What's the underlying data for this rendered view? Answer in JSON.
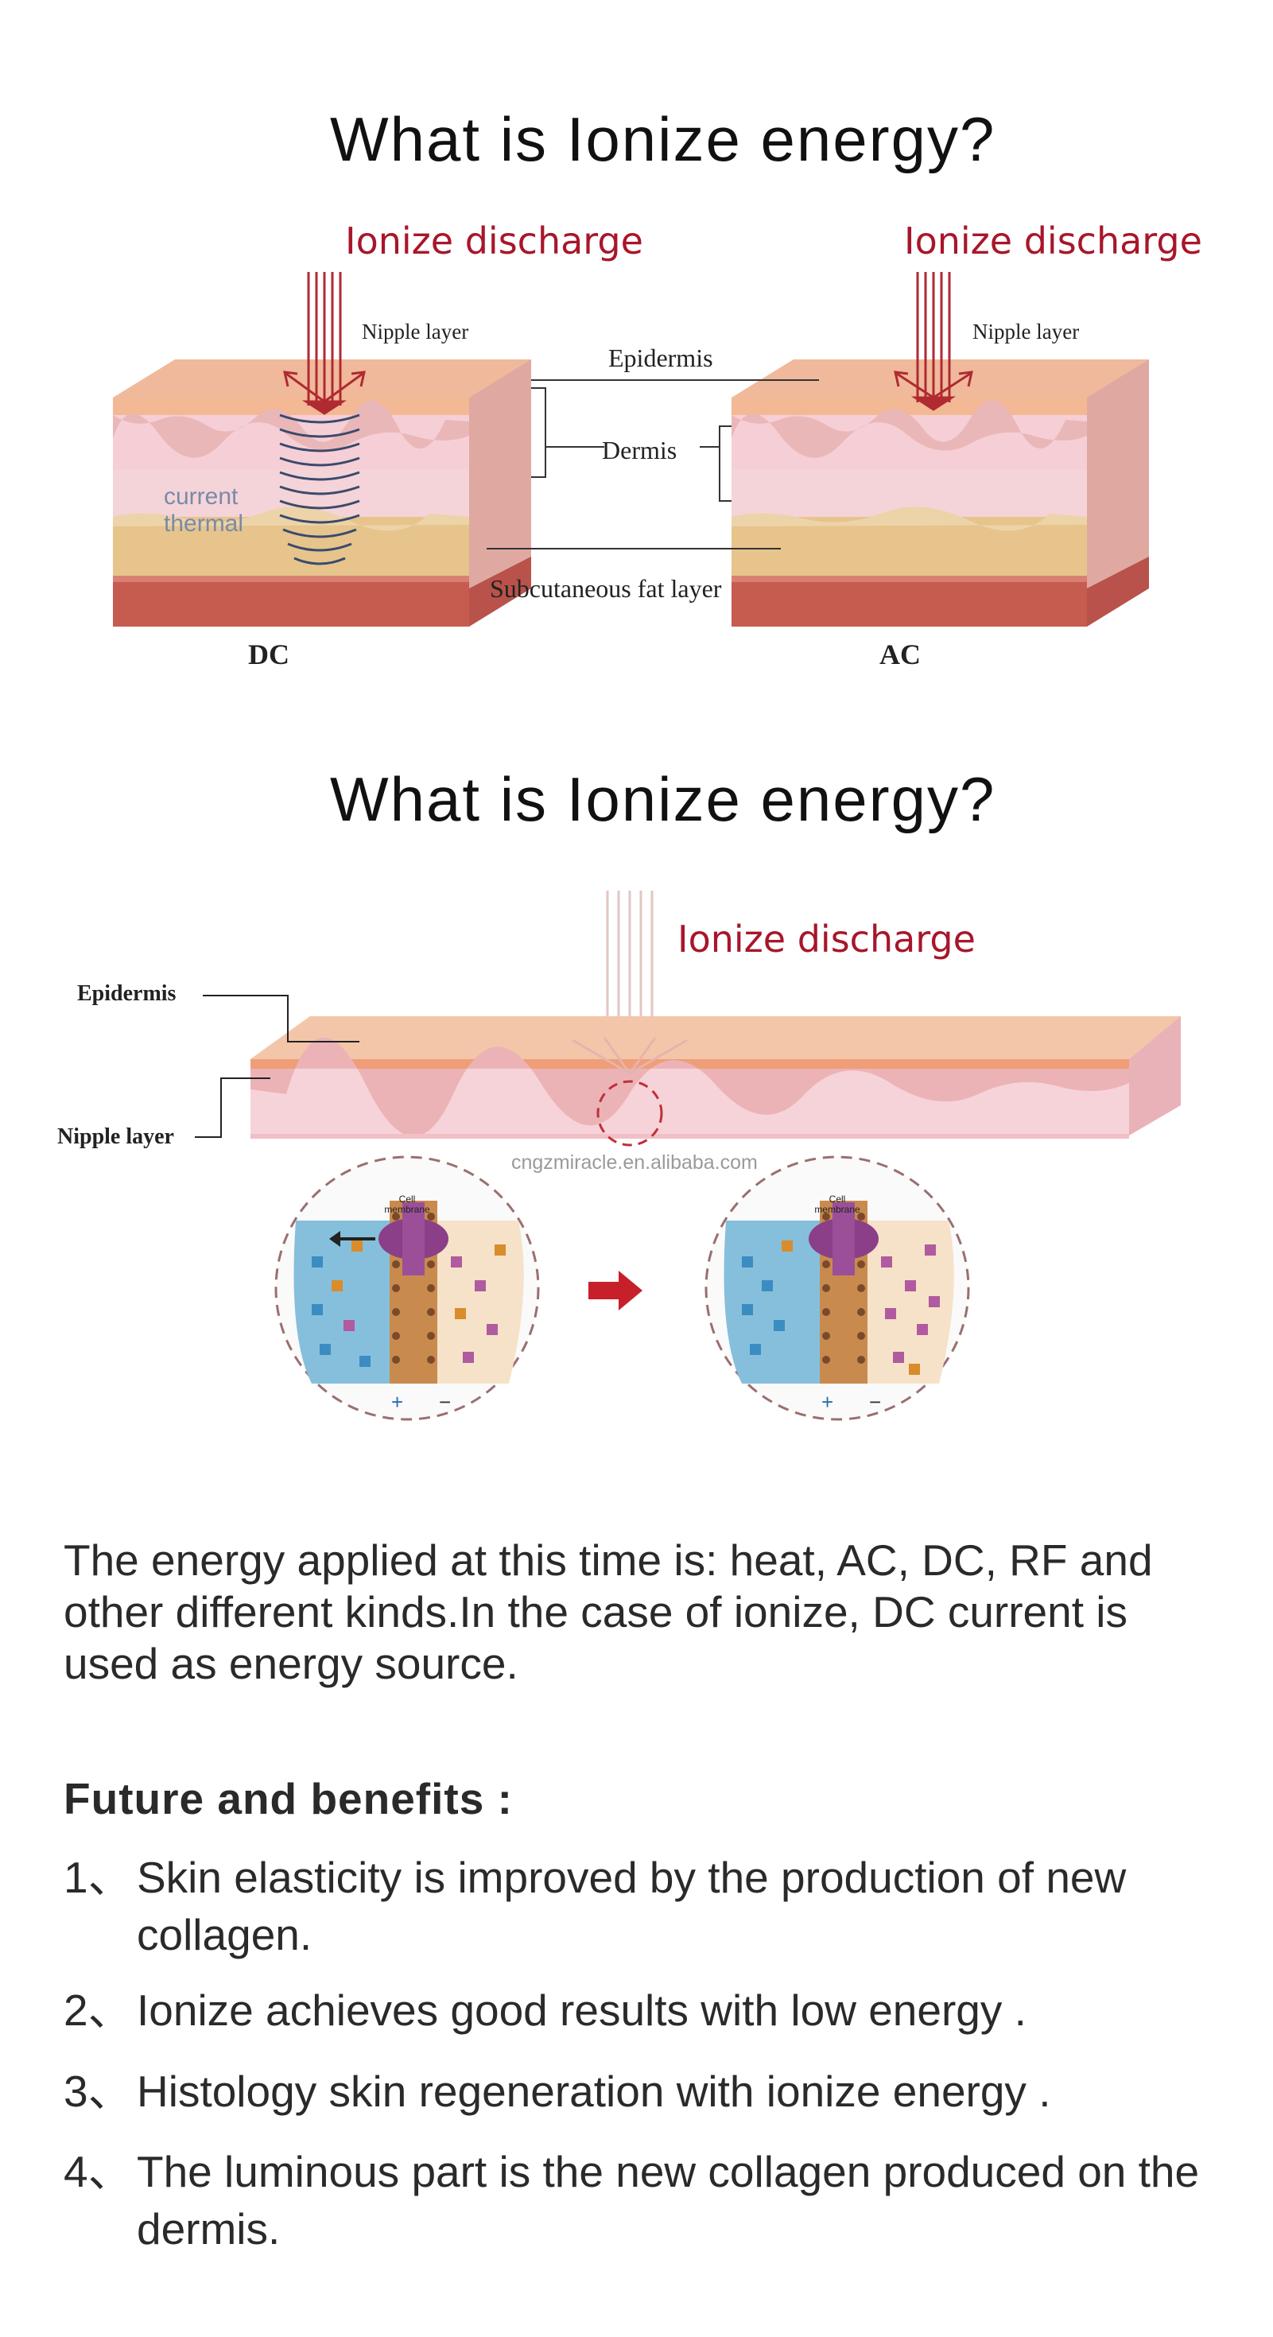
{
  "section1": {
    "title": "What is Ionize energy?",
    "left_discharge": "Ionize discharge",
    "right_discharge": "Ionize discharge",
    "left_nipple": "Nipple layer",
    "right_nipple": "Nipple layer",
    "epidermis": "Epidermis",
    "dermis": "Dermis",
    "fat": "Subcutaneous fat layer",
    "current": "current",
    "thermal": "thermal",
    "dc": "DC",
    "ac": "AC"
  },
  "section2": {
    "title": "What is Ionize energy?",
    "discharge": "Ionize discharge",
    "epidermis": "Epidermis",
    "nipple": "Nipple layer",
    "watermark": "cngzmiracle.en.alibaba.com",
    "cell_membrane": "Cell membrane"
  },
  "description": "The energy applied at this time is: heat, AC, DC, RF and other different kinds.In the case of ionize, DC current is used as energy source.",
  "benefits": {
    "heading": "Future and benefits :",
    "items": [
      {
        "num": "1、",
        "text": "Skin elasticity is improved by the production of new collagen."
      },
      {
        "num": "2、",
        "text": "Ionize achieves good results with low energy ."
      },
      {
        "num": "3、",
        "text": "Histology skin regeneration with ionize energy ."
      },
      {
        "num": "4、",
        "text": "The luminous part is the new collagen produced on the dermis."
      }
    ]
  },
  "colors": {
    "accent_red": "#a8162a",
    "epidermis": "#f2c2a6",
    "dermis": "#f6d3d9",
    "fat": "#e8c58f",
    "deep": "#c9574d",
    "fluid_blue": "#7cb6d6"
  }
}
